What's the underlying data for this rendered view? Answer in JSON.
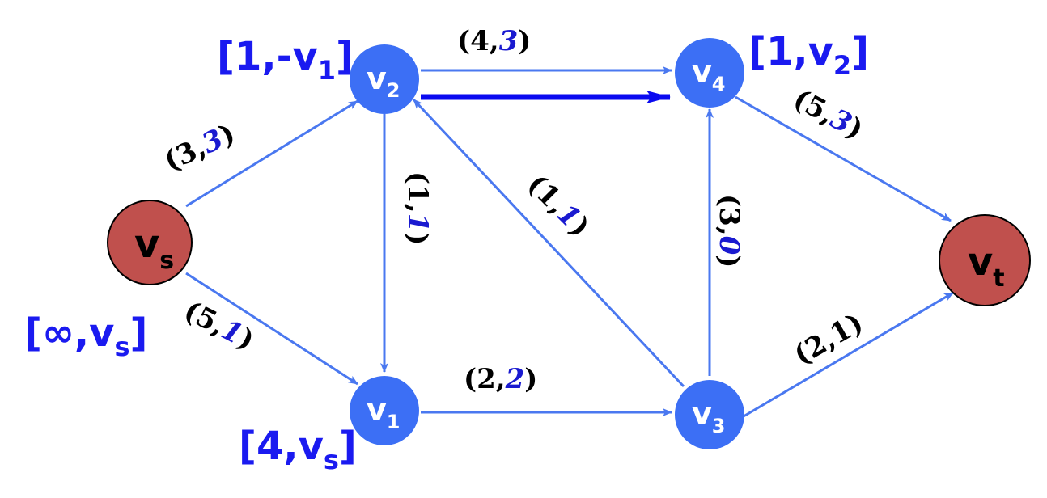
{
  "colors": {
    "edge": "#4a78f0",
    "highlight": "#0a0af0",
    "node_blue": "#3c6ff5",
    "node_red": "#c0504d",
    "label_text": "#1a1af0"
  },
  "nodes": {
    "vs": {
      "name": "v",
      "sub": "s"
    },
    "vt": {
      "name": "v",
      "sub": "t"
    },
    "v1": {
      "name": "v",
      "sub": "1"
    },
    "v2": {
      "name": "v",
      "sub": "2"
    },
    "v3": {
      "name": "v",
      "sub": "3"
    },
    "v4": {
      "name": "v",
      "sub": "4"
    }
  },
  "edges": {
    "vs_v2": {
      "cap": "3",
      "flow": "3"
    },
    "vs_v1": {
      "cap": "5",
      "flow": "1"
    },
    "v2_v4": {
      "cap": "4",
      "flow": "3"
    },
    "v2_v1": {
      "cap": "1",
      "flow": "1"
    },
    "v3_v2": {
      "cap": "1",
      "flow": "1"
    },
    "v1_v3": {
      "cap": "2",
      "flow": "2"
    },
    "v3_v4": {
      "cap": "3",
      "flow": "0"
    },
    "v4_vt": {
      "cap": "5",
      "flow": "3"
    },
    "v3_vt": {
      "cap": "2",
      "flow": "1"
    }
  },
  "labels": {
    "vs": {
      "text": "[∞,v",
      "sub": "s",
      "close": "]"
    },
    "v2": {
      "text": "[1,-v",
      "sub": "1",
      "close": "]"
    },
    "v4": {
      "text": "[1,v",
      "sub": "2",
      "close": "]"
    },
    "v1": {
      "text": "[4,v",
      "sub": "s",
      "close": "]"
    }
  },
  "punct": {
    "open": "(",
    "comma": ",",
    "close": ")"
  }
}
